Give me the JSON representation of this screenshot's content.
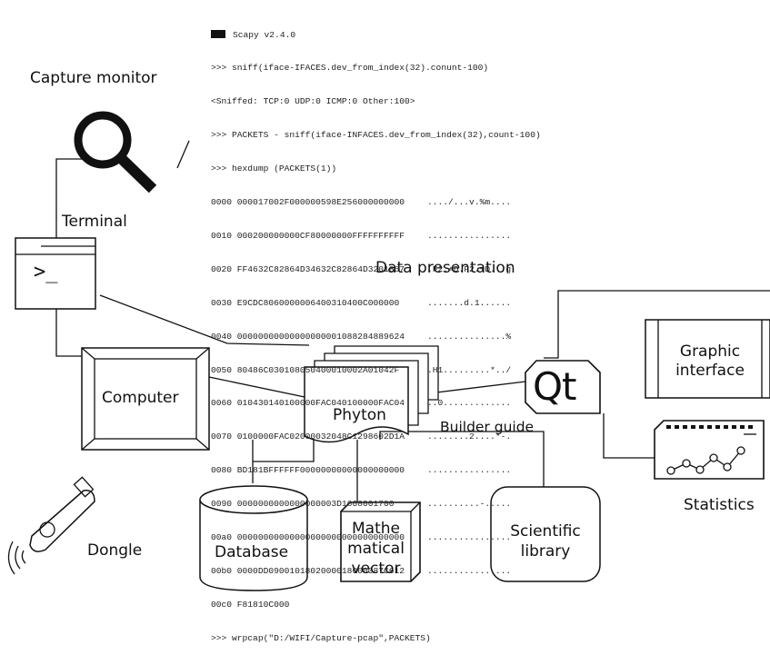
{
  "terminal": {
    "title": "Scapy v2.4.0",
    "lines_pre": [
      ">>> sniff(iface-IFACES.dev_from_index(32).conunt-100)",
      "<Sniffed: TCP:0 UDP:0 ICMP:0 Other:100>",
      ">>> PACKETS - sniff(iface-INFACES.dev_from_index(32),count-100)",
      ">>> hexdump (PACKETS(1))"
    ],
    "hex_rows": [
      {
        "hex": "0000 000017002F000000598E256000000000",
        "ascii": "..../...v.%m...."
      },
      {
        "hex": "0010 000200000000CF80000000FFFFFFFFFF",
        "ascii": "................"
      },
      {
        "hex": "0020 FF4632C82864D34632C82864D3201867",
        "ascii": ".F2.+D.F2.+D. .g"
      },
      {
        "hex": "0030 E9CDC8060000006400310400C000000",
        "ascii": ".......d.1......"
      },
      {
        "hex": "0040 00000000000000000001088284889624",
        "ascii": "...............%"
      },
      {
        "hex": "0050 80486C030108050400010002A01042F",
        "ascii": ".H1.........*../"
      },
      {
        "hex": "0060 010430140100000FAC040100000FAC04",
        "ascii": "..0............."
      },
      {
        "hex": "0070 0100000FAC02000032048C1298602D1A",
        "ascii": "........2....*-."
      },
      {
        "hex": "0080 BD181BFFFFFF00000000000000000000",
        "ascii": "................"
      },
      {
        "hex": "0090 0000000000000000003D1608001700",
        "ascii": "..........-....."
      },
      {
        "hex": "00a0 00000000000000000000000000000000",
        "ascii": "................"
      },
      {
        "hex": "00b0 0000DD0900101802000018000087C612",
        "ascii": "................"
      },
      {
        "hex": "00c0 F81810C000",
        "ascii": ""
      }
    ],
    "last_line": ">>> wrpcap(\"D:/WIFI/Capture-pcap\",PACKETS)"
  },
  "labels": {
    "capture_monitor": "Capture monitor",
    "terminal": "Terminal",
    "data_presentation": "Data presentation",
    "computer": "Computer",
    "phyton": "Phyton",
    "builder_guide": "Builder guide",
    "qt": "Qt",
    "graphic_line1": "Graphic",
    "graphic_line2": "interface",
    "statistics": "Statistics",
    "dongle": "Dongle",
    "database": "Database",
    "math_line1": "Mathe",
    "math_line2": "matical",
    "math_line3": "vector",
    "sci_line1": "Scientific",
    "sci_line2": "library",
    "prompt_glyph": ">_"
  }
}
